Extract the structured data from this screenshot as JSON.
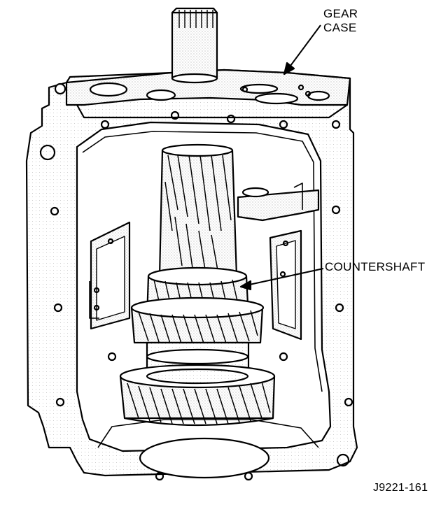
{
  "labels": {
    "gear_case": "GEAR CASE",
    "countershaft": "COUNTERSHAFT",
    "figure_id": "J9221-161"
  },
  "colors": {
    "ink": "#000000",
    "paper": "#ffffff",
    "stipple": "#9a9a9a"
  }
}
